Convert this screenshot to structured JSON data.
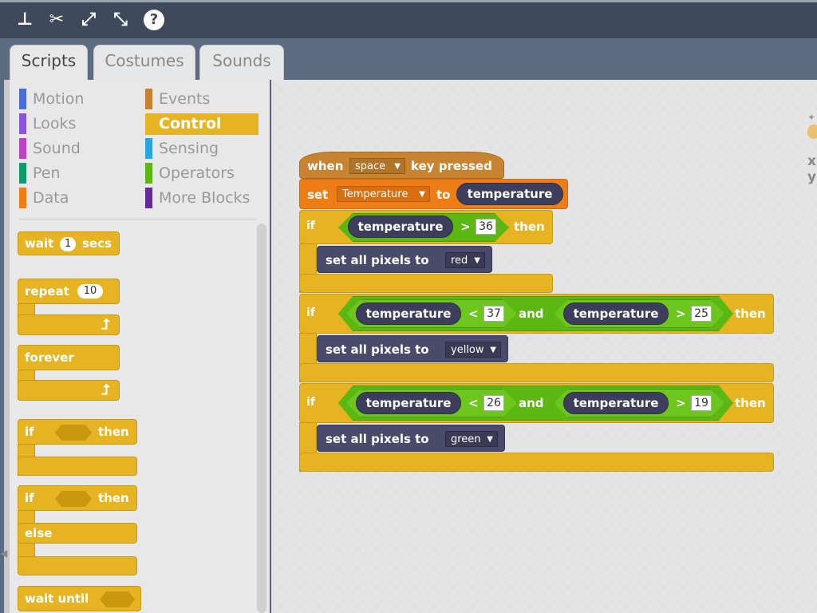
{
  "toolbar": {
    "icons": [
      "stamp-icon",
      "cut-icon",
      "grow-icon",
      "shrink-icon",
      "help-icon"
    ],
    "glyphs": [
      "⊥",
      "✂",
      "⤢",
      "⤡",
      "?"
    ]
  },
  "tabs": [
    {
      "label": "Scripts",
      "active": true
    },
    {
      "label": "Costumes",
      "active": false
    },
    {
      "label": "Sounds",
      "active": false
    }
  ],
  "categories": {
    "left": [
      {
        "label": "Motion",
        "color": "#4a6cd4"
      },
      {
        "label": "Looks",
        "color": "#8a55d7"
      },
      {
        "label": "Sound",
        "color": "#bb42c3"
      },
      {
        "label": "Pen",
        "color": "#0e9a6c"
      },
      {
        "label": "Data",
        "color": "#ee7d16"
      }
    ],
    "right": [
      {
        "label": "Events",
        "color": "#c88330"
      },
      {
        "label": "Control",
        "color": "#e6b422",
        "selected": true
      },
      {
        "label": "Sensing",
        "color": "#2ca5e2"
      },
      {
        "label": "Operators",
        "color": "#5cb712"
      },
      {
        "label": "More Blocks",
        "color": "#632d99"
      }
    ]
  },
  "palette": {
    "wait_label": "wait",
    "wait_value": "1",
    "wait_unit": "secs",
    "repeat_label": "repeat",
    "repeat_value": "10",
    "forever_label": "forever",
    "if_label": "if",
    "then_label": "then",
    "ifelse_if": "if",
    "ifelse_then": "then",
    "else_label": "else",
    "wait_until_label": "wait until"
  },
  "script": {
    "hat": {
      "when": "when",
      "key": "space",
      "rest": "key pressed"
    },
    "set": {
      "label": "set",
      "variable": "Temperature",
      "to": "to",
      "value": "temperature"
    },
    "if1": {
      "if": "if",
      "var": "temperature",
      "op": ">",
      "num": "36",
      "then": "then",
      "action": "set all pixels to",
      "color": "red"
    },
    "if2": {
      "if": "if",
      "var1": "temperature",
      "op1": "<",
      "num1": "37",
      "and": "and",
      "var2": "temperature",
      "op2": ">",
      "num2": "25",
      "then": "then",
      "action": "set all pixels to",
      "color": "yellow"
    },
    "if3": {
      "if": "if",
      "var1": "temperature",
      "op1": "<",
      "num1": "26",
      "and": "and",
      "var2": "temperature",
      "op2": ">",
      "num2": "19",
      "then": "then",
      "action": "set all pixels to",
      "color": "green"
    }
  },
  "stage_peek": {
    "x": "x",
    "y": "y"
  }
}
